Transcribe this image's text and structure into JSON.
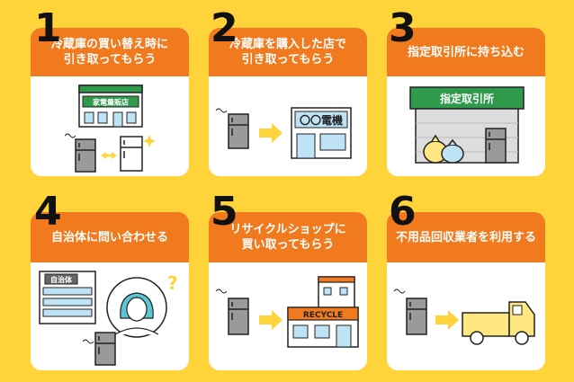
{
  "colors": {
    "background": "#FFD43B",
    "header_orange": "#F07A1D",
    "building_green": "#2E9A4A",
    "fridge_gray": "#9A9A9A",
    "truck_yellow": "#FFE680",
    "accent_yellow": "#FFD43B"
  },
  "steps": [
    {
      "number": "1",
      "lines": [
        "冷蔵庫の買い替え時に",
        "引き取ってもらう"
      ],
      "icons": [
        "electronics-store-icon",
        "old-fridge-icon",
        "new-fridge-icon",
        "exchange-arrow-icon"
      ],
      "sign": "家電量販店"
    },
    {
      "number": "2",
      "lines": [
        "冷蔵庫を購入した店で",
        "引き取ってもらう"
      ],
      "icons": [
        "old-fridge-icon",
        "arrow-right-icon",
        "shop-icon"
      ],
      "sign": "〇〇電機"
    },
    {
      "number": "3",
      "lines": [
        "指定取引所に持ち込む"
      ],
      "icons": [
        "facility-icon",
        "garbage-bag-icon",
        "fridge-icon"
      ],
      "sign": "指定取引所"
    },
    {
      "number": "4",
      "lines": [
        "自治体に問い合わせる"
      ],
      "icons": [
        "city-hall-icon",
        "person-question-icon",
        "fridge-icon"
      ],
      "sign": "自治体"
    },
    {
      "number": "5",
      "lines": [
        "リサイクルショップに",
        "買い取ってもらう"
      ],
      "icons": [
        "old-fridge-icon",
        "arrow-right-icon",
        "recycle-shop-icon"
      ],
      "sign": "RECYCLE"
    },
    {
      "number": "6",
      "lines": [
        "不用品回収業者を利用する"
      ],
      "icons": [
        "old-fridge-icon",
        "arrow-right-icon",
        "truck-icon"
      ]
    }
  ]
}
